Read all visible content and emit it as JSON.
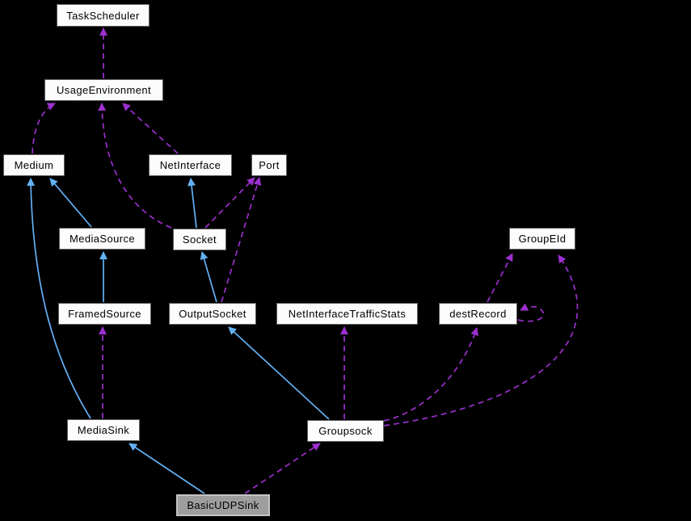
{
  "diagram": {
    "kind": "collaboration-graph",
    "current_node": "BasicUDPSink"
  },
  "colors": {
    "background": "#000000",
    "node_fill": "#fcfcfc",
    "node_border": "#5e5e5e",
    "current_node_fill": "#9e9e9e",
    "current_node_border": "#c4c4c4",
    "text_color": "#000000",
    "inheritance_arrow": "#64b1f5",
    "usage_arrow": "#9c30cf"
  },
  "nodes": [
    {
      "label": "TaskScheduler"
    },
    {
      "label": "UsageEnvironment"
    },
    {
      "label": "Medium"
    },
    {
      "label": "NetInterface"
    },
    {
      "label": "Port"
    },
    {
      "label": "MediaSource"
    },
    {
      "label": "Socket"
    },
    {
      "label": "GroupEId"
    },
    {
      "label": "FramedSource"
    },
    {
      "label": "OutputSocket"
    },
    {
      "label": "NetInterfaceTrafficStats"
    },
    {
      "label": "destRecord"
    },
    {
      "label": "MediaSink"
    },
    {
      "label": "Groupsock"
    },
    {
      "label": "BasicUDPSink"
    }
  ],
  "edges": [
    {
      "from": "MediaSource",
      "to": "Medium",
      "kind": "inheritance"
    },
    {
      "from": "MediaSink",
      "to": "Medium",
      "kind": "inheritance"
    },
    {
      "from": "FramedSource",
      "to": "MediaSource",
      "kind": "inheritance"
    },
    {
      "from": "Socket",
      "to": "NetInterface",
      "kind": "inheritance"
    },
    {
      "from": "OutputSocket",
      "to": "Socket",
      "kind": "inheritance"
    },
    {
      "from": "Groupsock",
      "to": "OutputSocket",
      "kind": "inheritance"
    },
    {
      "from": "BasicUDPSink",
      "to": "MediaSink",
      "kind": "inheritance"
    },
    {
      "from": "UsageEnvironment",
      "to": "TaskScheduler",
      "kind": "usage"
    },
    {
      "from": "Medium",
      "to": "UsageEnvironment",
      "kind": "usage"
    },
    {
      "from": "Socket",
      "to": "UsageEnvironment",
      "kind": "usage"
    },
    {
      "from": "NetInterface",
      "to": "UsageEnvironment",
      "kind": "usage"
    },
    {
      "from": "Socket",
      "to": "Port",
      "kind": "usage"
    },
    {
      "from": "OutputSocket",
      "to": "Port",
      "kind": "usage"
    },
    {
      "from": "MediaSink",
      "to": "FramedSource",
      "kind": "usage"
    },
    {
      "from": "Groupsock",
      "to": "NetInterfaceTrafficStats",
      "kind": "usage"
    },
    {
      "from": "Groupsock",
      "to": "destRecord",
      "kind": "usage"
    },
    {
      "from": "Groupsock",
      "to": "GroupEId",
      "kind": "usage"
    },
    {
      "from": "destRecord",
      "to": "GroupEId",
      "kind": "usage"
    },
    {
      "from": "destRecord",
      "to": "destRecord",
      "kind": "usage"
    },
    {
      "from": "BasicUDPSink",
      "to": "Groupsock",
      "kind": "usage"
    }
  ]
}
